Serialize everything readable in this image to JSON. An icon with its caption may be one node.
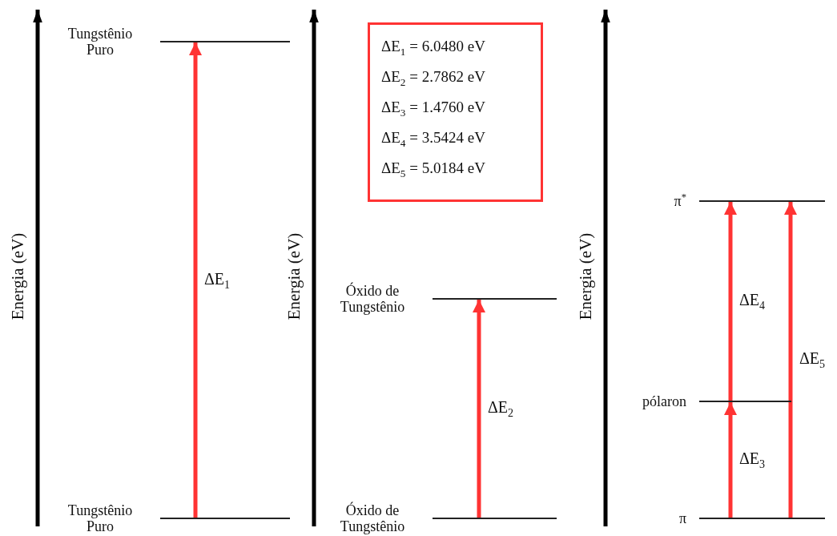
{
  "diagram": {
    "nodes": [
      {
        "text": [
          "Tungstênio Puro"
        ]
      },
      {
        "text": [
          "Tungstênio Puro"
        ]
      },
      {
        "text": [
          "Óxido de Tungstênio"
        ]
      },
      {
        "text": [
          "Óxido de Tungstênio"
        ]
      },
      {
        "text": [
          "π$^{*}$"
        ]
      },
      {
        "text": [
          "pólaron"
        ]
      },
      {
        "text": [
          "π"
        ]
      },
      {
        "text": [
          "ΔE$_{1}$ = 6.0480 eV",
          "ΔE$_{2}$ = 2.7862 eV",
          "ΔE$_{3}$ = 1.4760 eV",
          "ΔE$_{4}$ = 3.5424 eV",
          "ΔE$_{5}$ = 5.0184 eV"
        ]
      }
    ],
    "edges": [
      {
        "from": 1,
        "to": 0,
        "arrow": "to",
        "label": "ΔE$_{1}$"
      },
      {
        "from": 3,
        "to": 2,
        "arrow": "to",
        "label": "ΔE$_{2}$"
      },
      {
        "from": 6,
        "to": 5,
        "arrow": "to",
        "label": "ΔE$_{3}$"
      },
      {
        "from": 5,
        "to": 4,
        "arrow": "to",
        "label": "ΔE$_{4}$"
      },
      {
        "from": 6,
        "to": 4,
        "arrow": "to",
        "label": "ΔE$_{5}$"
      }
    ],
    "labels": [
      "Energia (eV)",
      "Energia (eV)",
      "Energia (eV)"
    ]
  }
}
